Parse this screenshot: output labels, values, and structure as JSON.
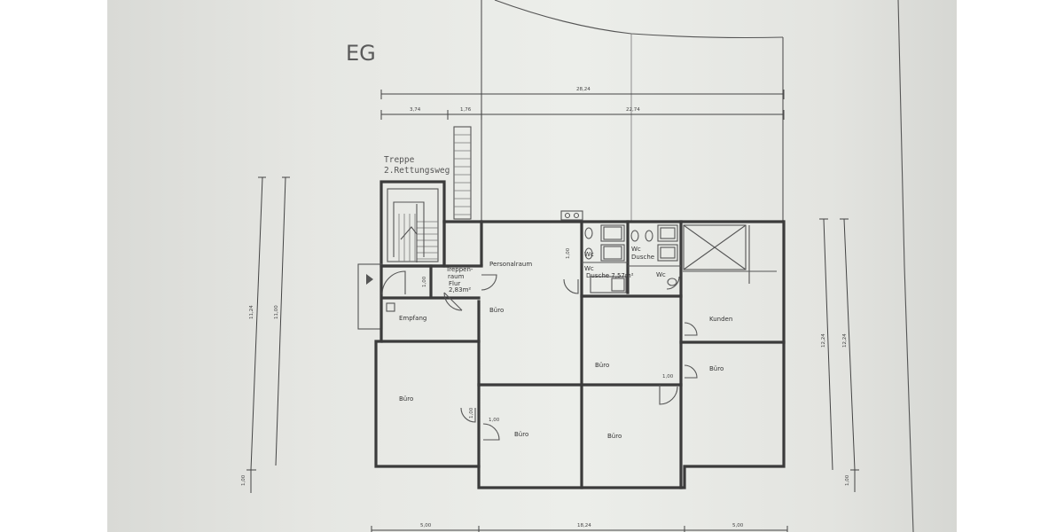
{
  "floor_label": "EG",
  "stair_note": {
    "line1": "Treppe",
    "line2": "2.Rettungsweg"
  },
  "rooms": {
    "treppenraum_1": "Treppen-",
    "treppenraum_2": "raum",
    "flur": "Flur",
    "flur_area": "2,83m²",
    "empfang": "Empfang",
    "personalraum": "Personalraum",
    "buero": "Büro",
    "kunden": "Kunden",
    "wc": "Wc",
    "dusche_area": "Dusche 7,57m²",
    "dusche": "Dusche"
  },
  "dimensions": {
    "top_total": "28,24",
    "top_a": "3,74",
    "top_b": "1,76",
    "top_c": "22,74",
    "door": "1,00",
    "left_a": "11,24",
    "left_b": "11,00",
    "left_base": "1,00",
    "right_a": "12,24",
    "right_b": "12,24",
    "right_base": "1,00",
    "bottom_a": "5,00",
    "bottom_b": "18,24",
    "bottom_c": "5,00"
  }
}
